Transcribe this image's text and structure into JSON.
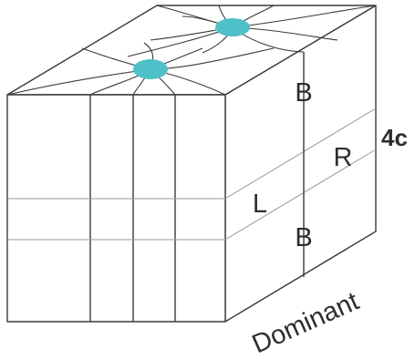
{
  "labels": {
    "corner_label": "4c",
    "bottom_label": "Dominant",
    "region_b_upper": "B",
    "region_b_lower": "B",
    "region_r": "R",
    "region_l": "L"
  },
  "colors": {
    "spindle_pole": "#4fc0c8",
    "edge": "#3a3a3a",
    "guide": "#9a9a9a"
  }
}
